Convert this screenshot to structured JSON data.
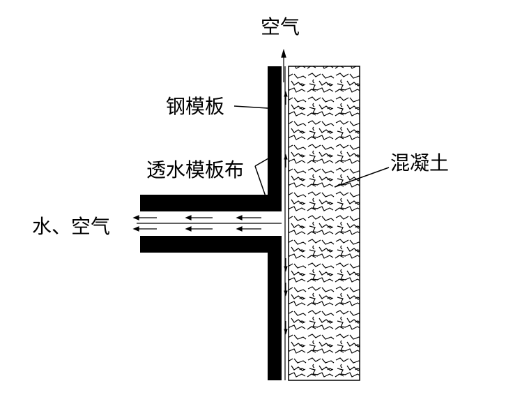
{
  "labels": {
    "air_top": "空气",
    "steel_formwork": "钢模板",
    "permeable_fabric": "透水模板布",
    "concrete": "混凝土",
    "water_air": "水、空气"
  },
  "colors": {
    "ink": "#000000",
    "background": "#ffffff"
  }
}
